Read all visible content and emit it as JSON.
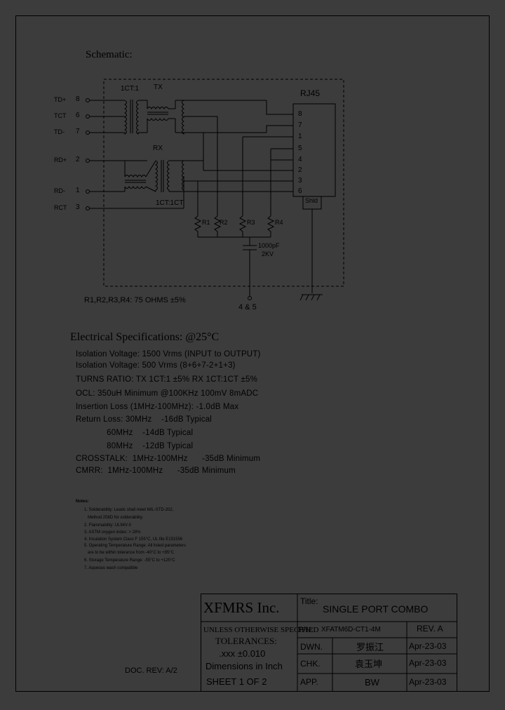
{
  "schematic": {
    "title": "Schematic:",
    "rj45_label": "RJ45",
    "tx_label": "TX",
    "rx_label": "RX",
    "tx_ratio": "1CT:1",
    "rx_ratio": "1CT:1CT",
    "shld_label": "Shld",
    "left_pins": [
      {
        "name": "TD+",
        "num": "8"
      },
      {
        "name": "TCT",
        "num": "6"
      },
      {
        "name": "TD-",
        "num": "7"
      },
      {
        "name": "RD+",
        "num": "2"
      },
      {
        "name": "RD-",
        "num": "1"
      },
      {
        "name": "RCT",
        "num": "3"
      }
    ],
    "rj_pins": [
      "8",
      "7",
      "1",
      "5",
      "4",
      "2",
      "3",
      "6"
    ],
    "resistors": [
      "R1",
      "R2",
      "R3",
      "R4"
    ],
    "cap_value": "1000pF",
    "cap_voltage": "2KV",
    "ground_pins": "4 & 5",
    "resistor_note": "R1,R2,R3,R4: 75 OHMS ±5%"
  },
  "electrical": {
    "title": "Electrical   Specifications: @25°C",
    "lines": [
      "Isolation Voltage:  1500 Vrms (INPUT to OUTPUT)",
      "Isolation Voltage:  500 Vrms (8+6+7-2+1+3)",
      "TURNS RATIO: TX 1CT:1 ±5% RX 1CT:1CT ±5%",
      "OCL: 350uH Minimum @100KHz 100mV 8mADC",
      "Insertion Loss (1MHz-100MHz): -1.0dB Max",
      "Return Loss: 30MHz    -16dB Typical",
      "             60MHz    -14dB Typical",
      "             80MHz    -12dB Typical",
      "CROSSTALK:  1MHz-100MHz      -35dB Minimum",
      "CMRR:  1MHz-100MHz      -35dB Minimum"
    ]
  },
  "notes": {
    "title": "Notes:",
    "lines": [
      "1. Solderability: Leads shall meet MIL-STD-202,",
      "   Method 208D for solderability.",
      "2. Flammability: UL94V-0",
      "3. ASTM oxygen index: > 28%",
      "4. Insulation System Class F 155°C, UL file E151556",
      "5. Operating Temperature Range: All listed parameters",
      "   are to be within tolerance from -40°C to +85°C",
      "6. Storage Temperature Range: -55°C to +125°C",
      "7. Aqueous wash compatible"
    ]
  },
  "title_block": {
    "company": "XFMRS Inc.",
    "title_label": "Title:",
    "title_value": "SINGLE PORT COMBO",
    "unless": "UNLESS OTHERWISE SPECIFIED",
    "tolerances": "TOLERANCES:",
    "tol_value": ".xxx ±0.010",
    "dimensions": "Dimensions in Inch",
    "sheet": "SHEET  1  OF  2",
    "pn_label": "P/N:",
    "pn_value": "XFATM6D-CT1-4M",
    "rev_label": "REV. A",
    "dwn_label": "DWN.",
    "dwn_name": "罗振江",
    "dwn_date": "Apr-23-03",
    "chk_label": "CHK.",
    "chk_name": "袁玉坤",
    "chk_date": "Apr-23-03",
    "app_label": "APP.",
    "app_name": "BW",
    "app_date": "Apr-23-03",
    "doc_rev": "DOC. REV: A/2"
  }
}
